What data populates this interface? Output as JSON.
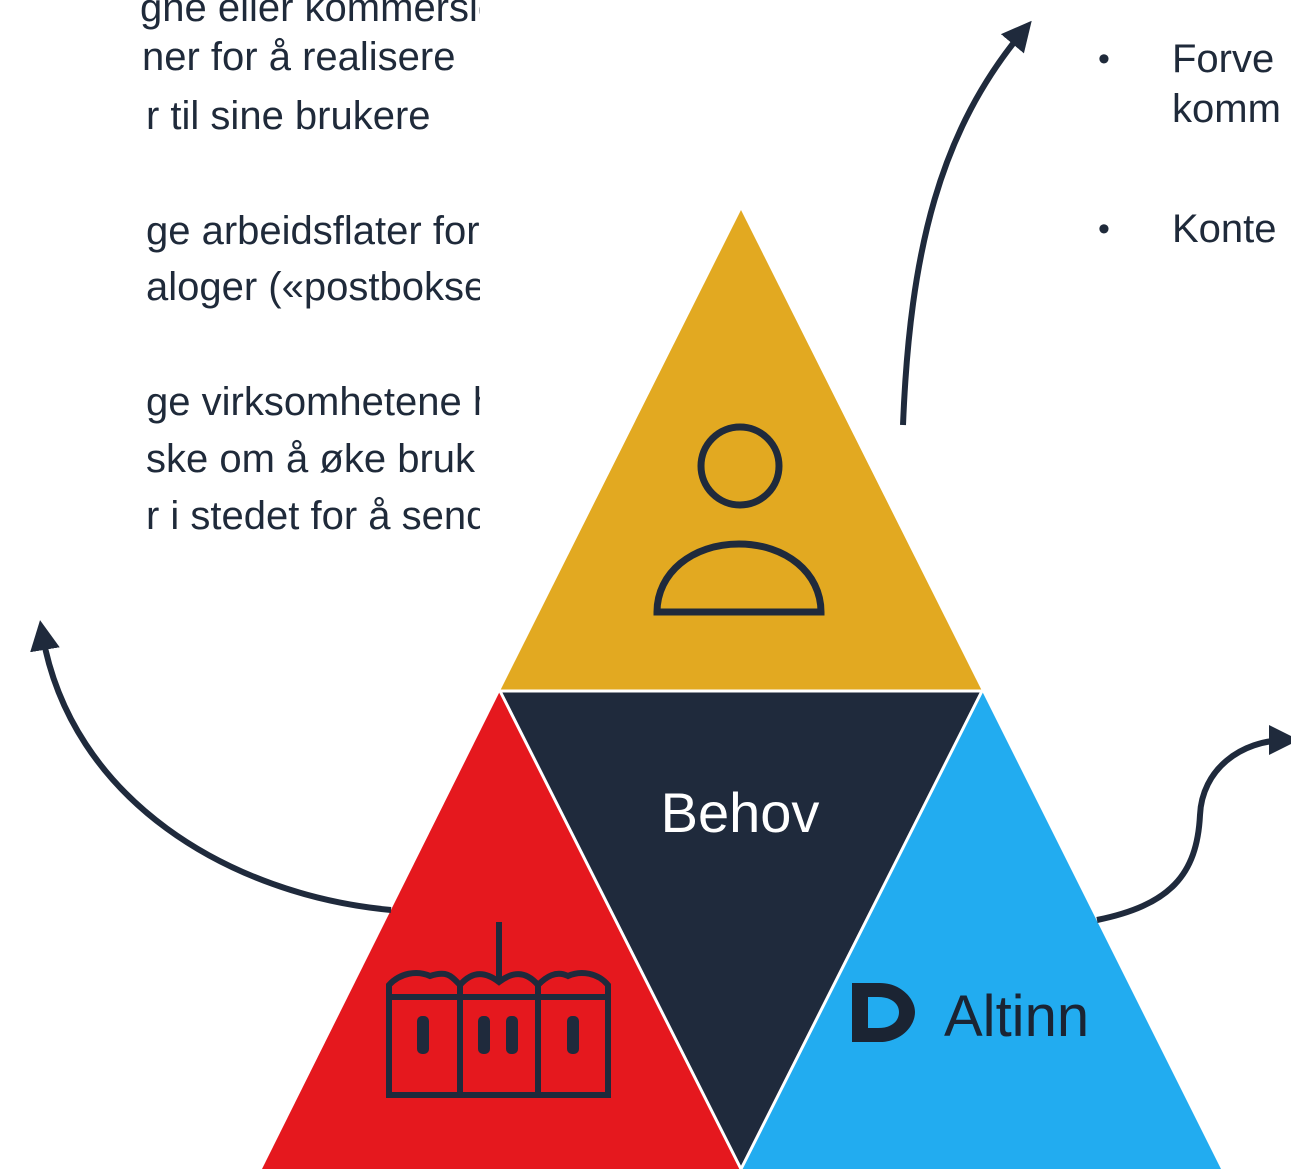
{
  "left_text": {
    "lines": [
      "gne eller kommersielle",
      "ner for å realisere",
      "r til sine brukere",
      "ge arbeidsflater for",
      "aloger («postbokser»)",
      "ge virksomhetene har",
      "ske om å øke bruk av",
      "r i stedet for å sende"
    ]
  },
  "right_text": {
    "bullets": [
      {
        "marker": "•",
        "lines": [
          "Forve",
          "komm"
        ]
      },
      {
        "marker": "•",
        "lines": [
          "Konte"
        ]
      }
    ]
  },
  "diagram": {
    "center_label": "Behov",
    "altinn_label": "Altinn",
    "colors": {
      "top_triangle": "#E2A921",
      "left_triangle": "#E5181E",
      "right_triangle": "#22ACF0",
      "center_triangle": "#1F2A3C",
      "arrows": "#1F2A3C",
      "icon_stroke": "#1F2A3C"
    },
    "icons": [
      "person-icon",
      "building-icon",
      "altinn-logo-icon"
    ]
  }
}
